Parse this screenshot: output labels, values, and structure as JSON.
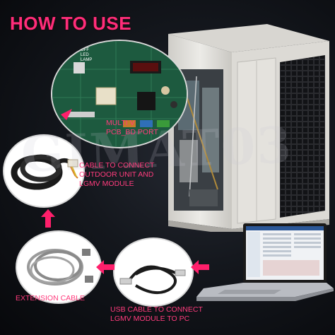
{
  "title": "HOW TO USE",
  "labels": {
    "pcb_port": "MULTI V\nPCB_BD PORT",
    "cable_outdoor": "CABLE TO CONNECT\nOUTDOOR UNIT AND\nLGMV MODULE",
    "extension": "EXTENSION CABLE",
    "usb": "USB CABLE TO CONNECT\nLGMV MODULE TO PC"
  },
  "pcb": {
    "top_labels": [
      "OFF",
      "LED",
      "LAMP"
    ]
  },
  "watermark": "GIMAT03",
  "colors": {
    "accent": "#ff2d7a",
    "arrow": "#ff1f6b",
    "unit": "#e6e4df"
  }
}
